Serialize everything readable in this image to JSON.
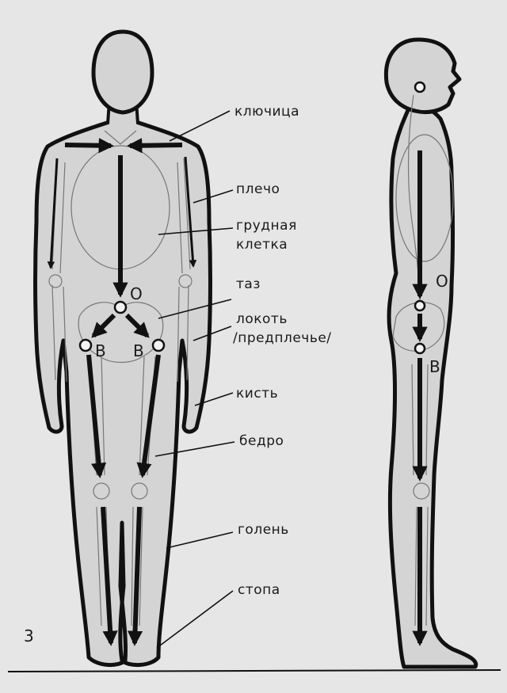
{
  "labels": {
    "clavicle": "ключица",
    "shoulder": "плечо",
    "ribcage_line1": "грудная",
    "ribcage_line2": "клетка",
    "pelvis": "таз",
    "elbow_line1": "локоть",
    "elbow_line2": "/предплечье/",
    "hand": "кисть",
    "thigh": "бедро",
    "shin": "голень",
    "foot": "стопа"
  },
  "joint_marks": {
    "front_center": "О",
    "front_hip_left": "В",
    "front_hip_right": "В",
    "side_center": "О",
    "side_hip": "В"
  },
  "page_number": "3",
  "colors": {
    "background": "#e6e6e6",
    "body_fill": "#d4d4d4",
    "outline": "#111111",
    "arrows": "#111111"
  }
}
